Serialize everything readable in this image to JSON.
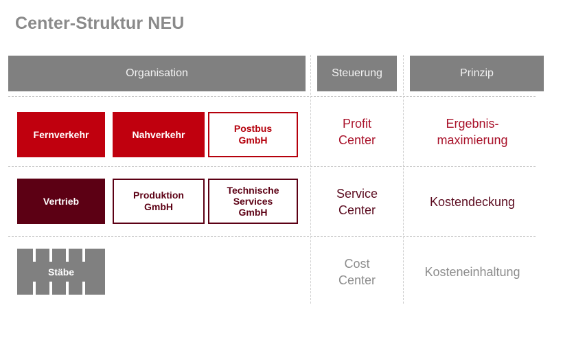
{
  "title": "Center-Struktur NEU",
  "headers": {
    "organisation": "Organisation",
    "steuerung": "Steuerung",
    "prinzip": "Prinzip"
  },
  "rows": [
    {
      "units": [
        {
          "label": "Fernverkehr",
          "style": "filled",
          "color": "#c0000e"
        },
        {
          "label": "Nahverkehr",
          "style": "filled",
          "color": "#c0000e"
        },
        {
          "label": "Postbus GmbH",
          "style": "outline",
          "color": "#b5000c"
        }
      ],
      "steuerung": {
        "line1": "Profit",
        "line2": "Center",
        "color": "#a9122a"
      },
      "prinzip": {
        "line1": "Ergebnis-",
        "line2": "maximierung",
        "color": "#a9122a"
      }
    },
    {
      "units": [
        {
          "label": "Vertrieb",
          "style": "filled",
          "color": "#5c0014"
        },
        {
          "label": "Produktion GmbH",
          "style": "outline",
          "color": "#5c0014"
        },
        {
          "label": "Technische Services GmbH",
          "style": "outline",
          "color": "#5c0014"
        }
      ],
      "steuerung": {
        "line1": "Service",
        "line2": "Center",
        "color": "#5a0a1e"
      },
      "prinzip": {
        "line1": "Kostendeckung",
        "color": "#5a0a1e"
      }
    },
    {
      "units": [
        {
          "label": "Stäbe",
          "style": "filled-notched",
          "color": "#808080"
        }
      ],
      "steuerung": {
        "line1": "Cost",
        "line2": "Center",
        "color": "#8c8c8c"
      },
      "prinzip": {
        "line1": "Kosteneinhaltung",
        "color": "#8c8c8c"
      }
    }
  ],
  "labels": {
    "fernverkehr": "Fernverkehr",
    "nahverkehr": "Nahverkehr",
    "postbus_1": "Postbus",
    "postbus_2": "GmbH",
    "vertrieb": "Vertrieb",
    "produktion_1": "Produktion",
    "produktion_2": "GmbH",
    "technische_1": "Technische",
    "technische_2": "Services",
    "technische_3": "GmbH",
    "staebe": "Stäbe",
    "profit_1": "Profit",
    "profit_2": "Center",
    "service_1": "Service",
    "service_2": "Center",
    "cost_1": "Cost",
    "cost_2": "Center",
    "ergebnis_1": "Ergebnis-",
    "ergebnis_2": "maximierung",
    "kostendeckung": "Kostendeckung",
    "kosteneinhaltung": "Kosteneinhaltung"
  },
  "colors": {
    "header_bg": "#808080",
    "accent_red": "#c0000e",
    "accent_dark": "#5c0014",
    "title_grey": "#8a8a8a"
  }
}
